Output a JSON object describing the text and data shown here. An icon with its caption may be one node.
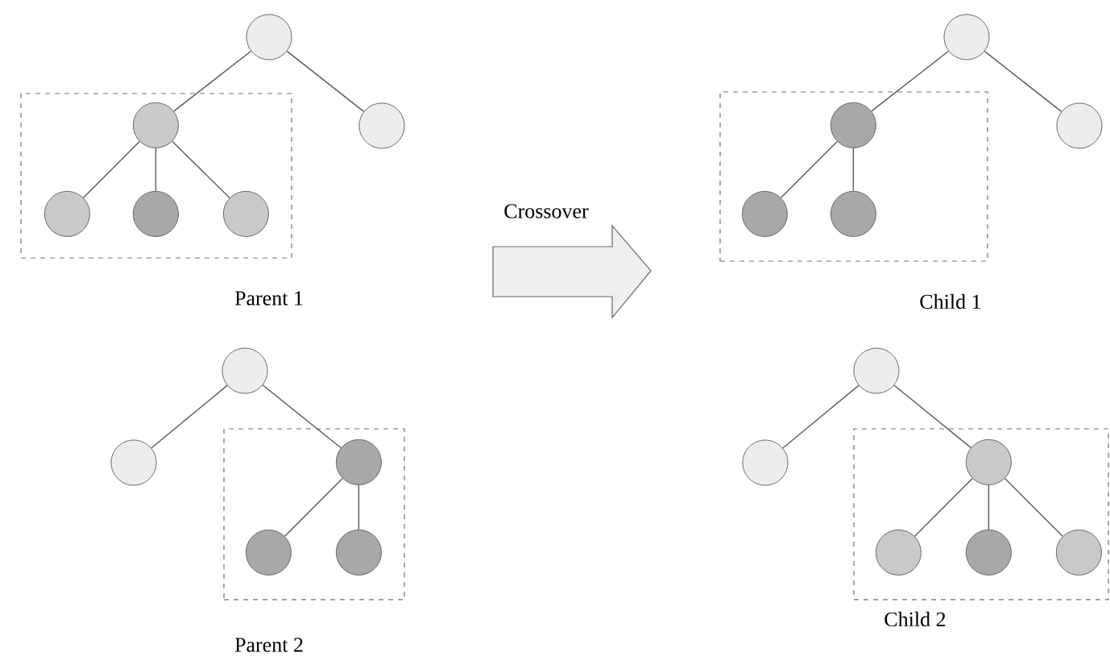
{
  "diagram": {
    "nodes": [
      {
        "text": [],
        "shape": "circle"
      },
      {
        "text": [],
        "shape": "box"
      },
      {
        "text": [],
        "shape": "circle",
        "in": 1
      },
      {
        "text": [],
        "shape": "circle"
      },
      {
        "text": [],
        "shape": "circle",
        "in": 1
      },
      {
        "text": [],
        "shape": "circle",
        "in": 1
      },
      {
        "text": [],
        "shape": "circle",
        "in": 1
      },
      {
        "text": [],
        "shape": "circle"
      },
      {
        "text": [],
        "shape": "box"
      },
      {
        "text": [],
        "shape": "circle",
        "in": 8
      },
      {
        "text": [],
        "shape": "circle"
      },
      {
        "text": [],
        "shape": "circle",
        "in": 8
      },
      {
        "text": [],
        "shape": "circle",
        "in": 8
      },
      {
        "text": [],
        "shape": "circle"
      },
      {
        "text": [],
        "shape": "circle"
      },
      {
        "text": [],
        "shape": "box"
      },
      {
        "text": [],
        "shape": "circle",
        "in": 15
      },
      {
        "text": [],
        "shape": "circle",
        "in": 15
      },
      {
        "text": [],
        "shape": "circle",
        "in": 15
      },
      {
        "text": [],
        "shape": "circle"
      },
      {
        "text": [],
        "shape": "circle"
      },
      {
        "text": [],
        "shape": "box"
      },
      {
        "text": [],
        "shape": "circle",
        "in": 21
      },
      {
        "text": [],
        "shape": "circle",
        "in": 21
      },
      {
        "text": [],
        "shape": "circle",
        "in": 21
      },
      {
        "text": [],
        "shape": "circle",
        "in": 21
      }
    ],
    "edges": [
      {
        "from": 0,
        "to": 2,
        "arrow": "none"
      },
      {
        "from": 0,
        "to": 3,
        "arrow": "none"
      },
      {
        "from": 2,
        "to": 4,
        "arrow": "none"
      },
      {
        "from": 2,
        "to": 5,
        "arrow": "none"
      },
      {
        "from": 2,
        "to": 6,
        "arrow": "none"
      },
      {
        "from": 7,
        "to": 9,
        "arrow": "none"
      },
      {
        "from": 7,
        "to": 10,
        "arrow": "none"
      },
      {
        "from": 9,
        "to": 11,
        "arrow": "none"
      },
      {
        "from": 9,
        "to": 12,
        "arrow": "none"
      },
      {
        "from": 13,
        "to": 14,
        "arrow": "none"
      },
      {
        "from": 13,
        "to": 16,
        "arrow": "none"
      },
      {
        "from": 16,
        "to": 17,
        "arrow": "none"
      },
      {
        "from": 16,
        "to": 18,
        "arrow": "none"
      },
      {
        "from": 19,
        "to": 20,
        "arrow": "none"
      },
      {
        "from": 19,
        "to": 22,
        "arrow": "none"
      },
      {
        "from": 22,
        "to": 23,
        "arrow": "none"
      },
      {
        "from": 22,
        "to": 24,
        "arrow": "none"
      },
      {
        "from": 22,
        "to": 25,
        "arrow": "none"
      }
    ],
    "labels": [
      "Parent 1",
      "Crossover",
      "Child 1",
      "Parent 2",
      "Child 2"
    ]
  }
}
